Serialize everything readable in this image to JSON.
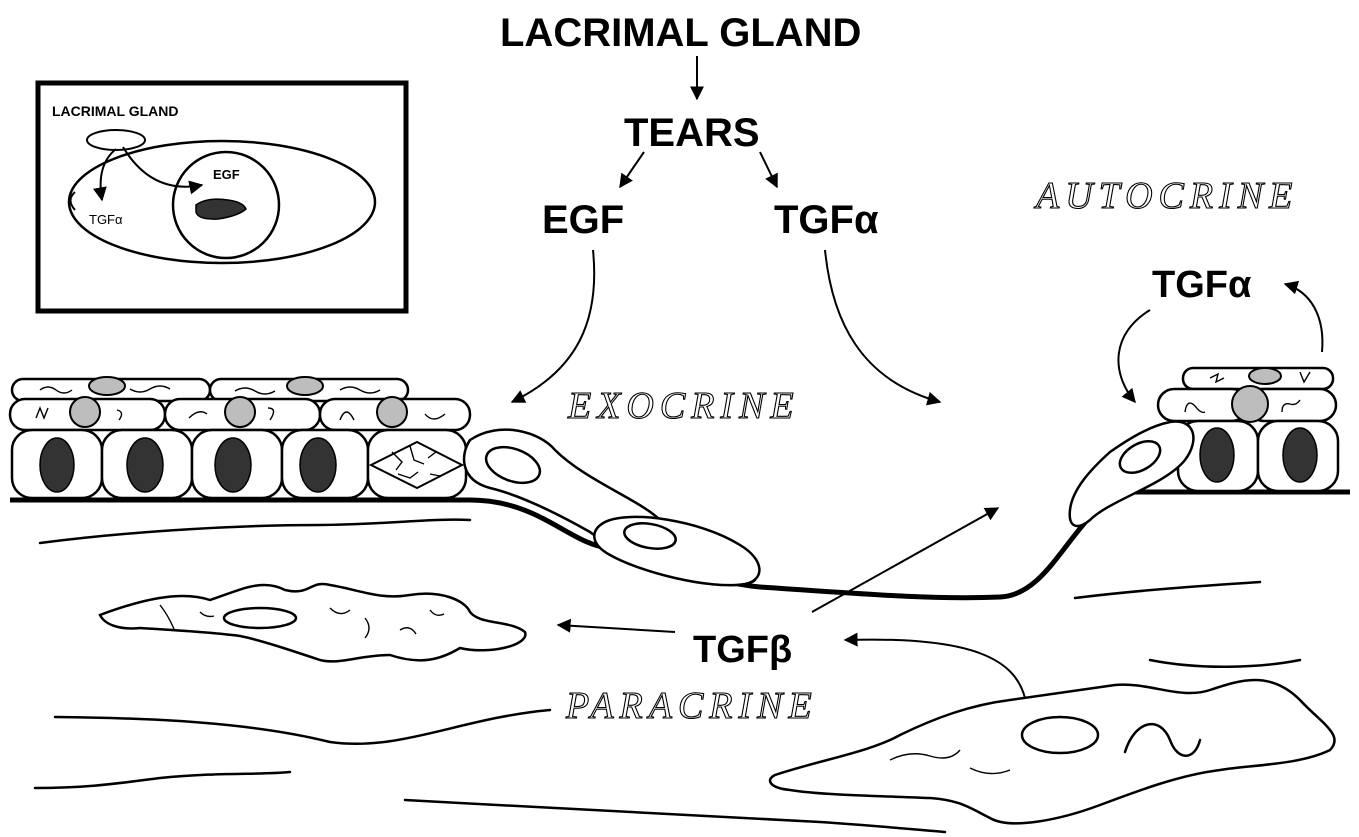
{
  "labels": {
    "lacrimal_gland": "LACRIMAL  GLAND",
    "tears": "TEARS",
    "egf": "EGF",
    "tgf_alpha": "TGFα",
    "tgf_alpha_autocrine": "TGFα",
    "tgf_beta": "TGFβ",
    "autocrine": "AUTOCRINE",
    "exocrine": "EXOCRINE",
    "paracrine": "PARACRINE"
  },
  "inset": {
    "lacrimal_gland": "LACRIMAL  GLAND",
    "egf": "EGF",
    "tgf_alpha": "TGFα"
  }
}
